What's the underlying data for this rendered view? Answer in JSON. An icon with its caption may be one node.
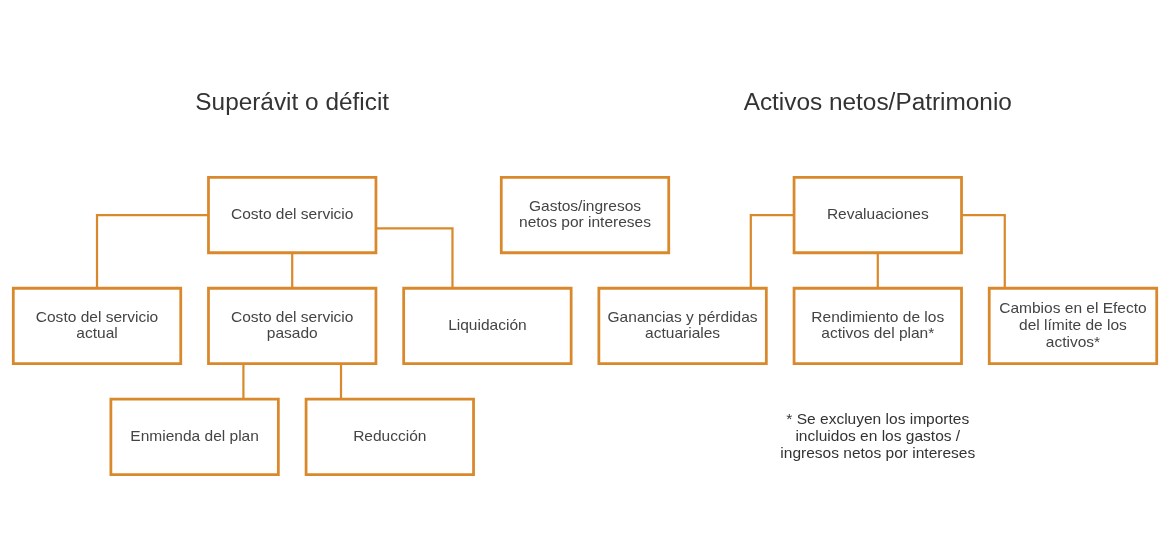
{
  "diagram": {
    "nodes": [
      {
        "text": [
          "Costo del servicio"
        ]
      },
      {
        "text": [
          "Gastos/ingresos netos por intereses"
        ]
      },
      {
        "text": [
          "Costo del servicio actual"
        ]
      },
      {
        "text": [
          "Costo del servicio pasado"
        ]
      },
      {
        "text": [
          "Liquidación"
        ]
      },
      {
        "text": [
          "Enmienda del plan"
        ]
      },
      {
        "text": [
          "Reducción"
        ]
      },
      {
        "text": [
          "Revaluaciones"
        ]
      },
      {
        "text": [
          "Ganancias y pérdidas actuariales"
        ]
      },
      {
        "text": [
          "Rendimiento de los activos del plan*"
        ]
      },
      {
        "text": [
          "Cambios en el Efecto del límite de los activos*"
        ]
      }
    ],
    "edges": [
      {
        "from": 0,
        "to": 2,
        "arrow": "none"
      },
      {
        "from": 0,
        "to": 3,
        "arrow": "none"
      },
      {
        "from": 0,
        "to": 4,
        "arrow": "none"
      },
      {
        "from": 3,
        "to": 5,
        "arrow": "none"
      },
      {
        "from": 3,
        "to": 6,
        "arrow": "none"
      },
      {
        "from": 7,
        "to": 8,
        "arrow": "none"
      },
      {
        "from": 7,
        "to": 9,
        "arrow": "none"
      },
      {
        "from": 7,
        "to": 10,
        "arrow": "none"
      }
    ],
    "labels": [
      "Superávit o déficit",
      "Activos netos/Patrimonio",
      "* Se excluyen los importes incluidos en los gastos / ingresos netos por intereses"
    ]
  }
}
